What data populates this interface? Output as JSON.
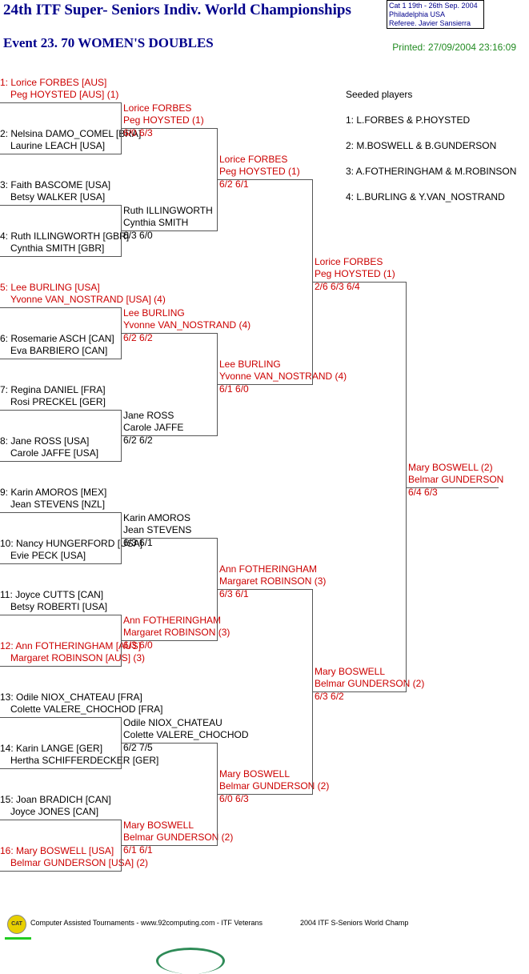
{
  "header": {
    "title": "24th ITF Super- Seniors Indiv. World Championships",
    "event": "Event 23. 70 WOMEN'S DOUBLES",
    "printed": "Printed: 27/09/2004 23:16:09",
    "info_line1": "Cat 1   19th - 26th Sep. 2004",
    "info_line2": "Philadelphia   USA",
    "info_line3": "Referee.  Javier Sansierra"
  },
  "seeds": {
    "title": "Seeded players",
    "list": [
      "1: L.FORBES & P.HOYSTED",
      "2: M.BOSWELL & B.GUNDERSON",
      "3: A.FOTHERINGHAM & M.ROBINSON",
      "4: L.BURLING & Y.VAN_NOSTRAND"
    ]
  },
  "draw": {
    "r1": [
      {
        "a": "1: Lorice FORBES [AUS]",
        "b": "Peg HOYSTED [AUS] (1)",
        "seeded": true
      },
      {
        "a": "2: Nelsina DAMO_COMEL [BRA]",
        "b": "Laurine LEACH [USA]",
        "seeded": false
      },
      {
        "a": "3: Faith BASCOME [USA]",
        "b": "Betsy WALKER [USA]",
        "seeded": false
      },
      {
        "a": "4: Ruth ILLINGWORTH [GBR]",
        "b": "Cynthia SMITH [GBR]",
        "seeded": false
      },
      {
        "a": "5: Lee BURLING [USA]",
        "b": "Yvonne VAN_NOSTRAND [USA] (4)",
        "seeded": true
      },
      {
        "a": "6: Rosemarie ASCH [CAN]",
        "b": "Eva BARBIERO [CAN]",
        "seeded": false
      },
      {
        "a": "7: Regina DANIEL [FRA]",
        "b": "Rosi PRECKEL [GER]",
        "seeded": false
      },
      {
        "a": "8: Jane ROSS [USA]",
        "b": "Carole JAFFE [USA]",
        "seeded": false
      },
      {
        "a": "9: Karin AMOROS [MEX]",
        "b": "Jean STEVENS [NZL]",
        "seeded": false
      },
      {
        "a": "10: Nancy HUNGERFORD [USA]",
        "b": "Evie PECK [USA]",
        "seeded": false
      },
      {
        "a": "11: Joyce CUTTS [CAN]",
        "b": "Betsy ROBERTI [USA]",
        "seeded": false
      },
      {
        "a": "12: Ann FOTHERINGHAM [AUS]",
        "b": "Margaret ROBINSON [AUS] (3)",
        "seeded": true
      },
      {
        "a": "13: Odile NIOX_CHATEAU [FRA]",
        "b": "Colette VALERE_CHOCHOD [FRA]",
        "seeded": false
      },
      {
        "a": "14: Karin LANGE [GER]",
        "b": "Hertha SCHIFFERDECKER [GER]",
        "seeded": false
      },
      {
        "a": "15: Joan BRADICH [CAN]",
        "b": "Joyce JONES [CAN]",
        "seeded": false
      },
      {
        "a": "16: Mary BOSWELL [USA]",
        "b": "Belmar GUNDERSON [USA] (2)",
        "seeded": true
      }
    ],
    "r2": [
      {
        "a": "Lorice FORBES",
        "b": "Peg HOYSTED (1)",
        "score": "6/0 6/3",
        "seeded": true
      },
      {
        "a": "Ruth ILLINGWORTH",
        "b": "Cynthia SMITH",
        "score": "6/3 6/0",
        "seeded": false
      },
      {
        "a": "Lee BURLING",
        "b": "Yvonne VAN_NOSTRAND (4)",
        "score": "6/2 6/2",
        "seeded": true
      },
      {
        "a": "Jane ROSS",
        "b": "Carole JAFFE",
        "score": "6/2 6/2",
        "seeded": false
      },
      {
        "a": "Karin AMOROS",
        "b": "Jean STEVENS",
        "score": "6/3 6/1",
        "seeded": false
      },
      {
        "a": "Ann FOTHERINGHAM",
        "b": "Margaret ROBINSON (3)",
        "score": "6/3 6/0",
        "seeded": true
      },
      {
        "a": "Odile NIOX_CHATEAU",
        "b": "Colette VALERE_CHOCHOD",
        "score": "6/2 7/5",
        "seeded": false
      },
      {
        "a": "Mary BOSWELL",
        "b": "Belmar GUNDERSON (2)",
        "score": "6/1 6/1",
        "seeded": true
      }
    ],
    "qf": [
      {
        "a": "Lorice FORBES",
        "b": "Peg HOYSTED (1)",
        "score": "6/2 6/1"
      },
      {
        "a": "Lee BURLING",
        "b": "Yvonne VAN_NOSTRAND (4)",
        "score": "6/1 6/0"
      },
      {
        "a": "Ann FOTHERINGHAM",
        "b": "Margaret ROBINSON (3)",
        "score": "6/3 6/1"
      },
      {
        "a": "Mary BOSWELL",
        "b": "Belmar GUNDERSON (2)",
        "score": "6/0 6/3"
      }
    ],
    "sf": [
      {
        "a": "Lorice FORBES",
        "b": "Peg HOYSTED (1)",
        "score": "2/6 6/3 6/4"
      },
      {
        "a": "Mary BOSWELL",
        "b": "Belmar GUNDERSON (2)",
        "score": "6/3 6/2"
      }
    ],
    "final": {
      "a": "Mary BOSWELL (2)",
      "b": "Belmar GUNDERSON",
      "score": "6/4 6/3"
    }
  },
  "footer": {
    "logo_text": "CAT",
    "left": "Computer Assisted Tournaments - www.92computing.com -  ITF Veterans",
    "right": "2004 ITF S-Seniors World Champ"
  }
}
